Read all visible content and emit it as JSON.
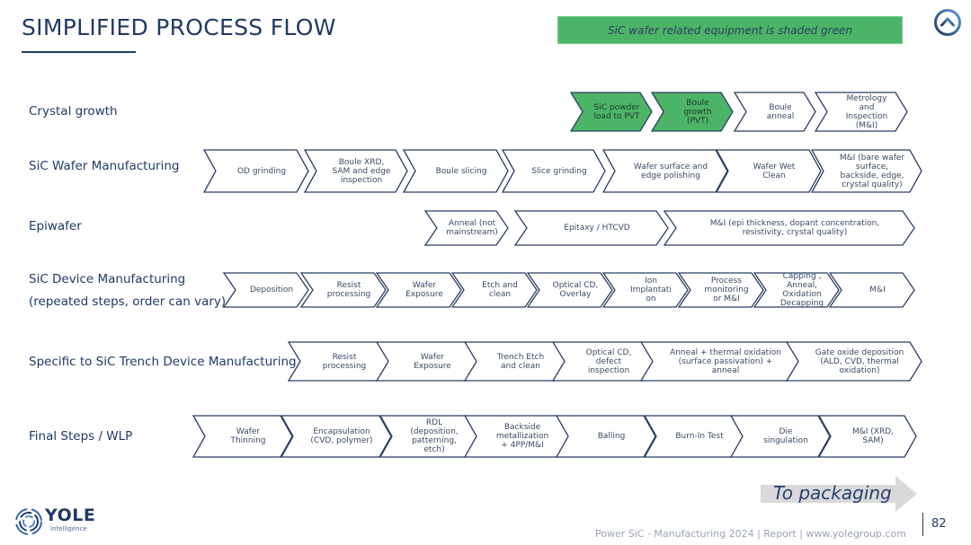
{
  "header": {
    "title": "SIMPLIFIED PROCESS FLOW",
    "legend_note": "SiC wafer related equipment is shaded green",
    "home_icon": "chevron-up-circle-icon"
  },
  "colors": {
    "primary": "#1f3a66",
    "green": "#4cb466",
    "outline": "#2b3e63",
    "packaging_arrow": "#d9d9d9"
  },
  "rows": [
    {
      "label": "Crystal growth",
      "steps": [
        {
          "text": "SiC powder\nload to PVT",
          "green": true
        },
        {
          "text": "Boule\ngrowth\n(PVT)",
          "green": true
        },
        {
          "text": "Boule\nanneal",
          "green": false
        },
        {
          "text": "Metrology\nand\nInspection\n(M&I)",
          "green": false
        }
      ]
    },
    {
      "label": "SiC Wafer Manufacturing",
      "steps": [
        {
          "text": "OD grinding",
          "green": false
        },
        {
          "text": "Boule XRD,\nSAM and edge\ninspection",
          "green": false
        },
        {
          "text": "Boule slicing",
          "green": false
        },
        {
          "text": "Slice grinding",
          "green": false
        },
        {
          "text": "Wafer surface and\nedge polishing",
          "green": false
        },
        {
          "text": "Wafer Wet\nClean",
          "green": false
        },
        {
          "text": "M&I (bare wafer\nsurface,\nbackside, edge,\ncrystal quality)",
          "green": false
        }
      ]
    },
    {
      "label": "Epiwafer",
      "steps": [
        {
          "text": "Anneal (not\nmainstream)",
          "green": false
        },
        {
          "text": "Epitaxy / HTCVD",
          "green": false
        },
        {
          "text": "M&I (epi thickness, dopant concentration,\nresistivity, crystal quality)",
          "green": false
        }
      ]
    },
    {
      "label": "SiC Device Manufacturing",
      "label2": "(repeated steps, order can vary)",
      "steps": [
        {
          "text": "Deposition",
          "green": false
        },
        {
          "text": "Resist\nprocessing",
          "green": false
        },
        {
          "text": "Wafer\nExposure",
          "green": false
        },
        {
          "text": "Etch and\nclean",
          "green": false
        },
        {
          "text": "Optical CD,\nOverlay",
          "green": false
        },
        {
          "text": "Ion\nImplantati\non",
          "green": false
        },
        {
          "text": "Process\nmonitoring\nor M&I",
          "green": false
        },
        {
          "text": "Capping ,\nAnneal,\nOxidation\nDecapping",
          "green": false
        },
        {
          "text": "M&I",
          "green": false
        }
      ]
    },
    {
      "label": "Specific to SiC Trench Device Manufacturing",
      "steps": [
        {
          "text": "Resist\nprocessing",
          "green": false
        },
        {
          "text": "Wafer\nExposure",
          "green": false
        },
        {
          "text": "Trench Etch\nand clean",
          "green": false
        },
        {
          "text": "Optical CD,\ndefect\ninspection",
          "green": false
        },
        {
          "text": "Anneal + thermal oxidation\n(surface passivation) +\nanneal",
          "green": false
        },
        {
          "text": "Gate oxide deposition\n(ALD, CVD, thermal\noxidation)",
          "green": false
        }
      ]
    },
    {
      "label": "Final Steps  / WLP",
      "steps": [
        {
          "text": "Wafer\nThinning",
          "green": false
        },
        {
          "text": "Encapsulation\n(CVD, polymer)",
          "green": false
        },
        {
          "text": "RDL\n(deposition,\npatterning,\netch)",
          "green": false
        },
        {
          "text": "Backside\nmetallization\n+ 4PP/M&I",
          "green": false
        },
        {
          "text": "Balling",
          "green": false
        },
        {
          "text": "Burn-In Test",
          "green": false
        },
        {
          "text": "Die\nsingulation",
          "green": false
        },
        {
          "text": "M&I (XRD,\nSAM)",
          "green": false
        }
      ]
    }
  ],
  "to_packaging": "To packaging",
  "footer": {
    "logo_main": "YOLE",
    "logo_sub": "Intelligence",
    "text": "Power SiC - Manufacturing 2024 | Report | www.yolegroup.com",
    "page_number": "82"
  }
}
